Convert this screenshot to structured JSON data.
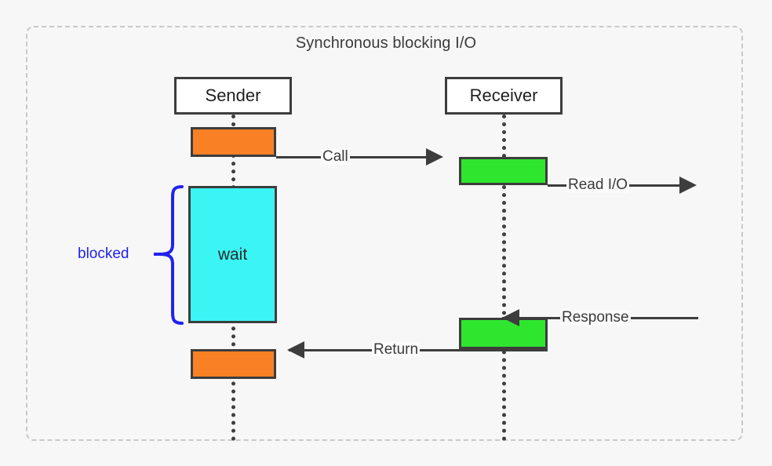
{
  "diagram": {
    "title": "Synchronous blocking I/O",
    "type": "uml-sequence-diagram",
    "background_color": "#f7f7f7",
    "frame_border_color": "#c9c9c9",
    "participants": [
      {
        "id": "sender",
        "label": "Sender"
      },
      {
        "id": "receiver",
        "label": "Receiver"
      }
    ],
    "activations": [
      {
        "id": "sender-call-out",
        "participant": "sender",
        "color": "#f98125",
        "label": ""
      },
      {
        "id": "sender-wait",
        "participant": "sender",
        "color": "#3bf5f5",
        "label": "wait"
      },
      {
        "id": "sender-return-in",
        "participant": "sender",
        "color": "#f98125",
        "label": ""
      },
      {
        "id": "receiver-top",
        "participant": "receiver",
        "color": "#2fe62f",
        "label": ""
      },
      {
        "id": "receiver-bottom",
        "participant": "receiver",
        "color": "#2fe62f",
        "label": ""
      }
    ],
    "messages": [
      {
        "id": "call",
        "label": "Call",
        "direction": "right",
        "from": "sender",
        "to": "receiver"
      },
      {
        "id": "read-io",
        "label": "Read I/O",
        "direction": "right",
        "from": "receiver",
        "to": "external"
      },
      {
        "id": "response",
        "label": "Response",
        "direction": "left",
        "from": "external",
        "to": "receiver"
      },
      {
        "id": "return",
        "label": "Return",
        "direction": "left",
        "from": "receiver",
        "to": "sender"
      }
    ],
    "annotations": [
      {
        "id": "blocked",
        "label": "blocked",
        "color": "#2222ee",
        "shape": "brace",
        "targets": "sender-wait"
      }
    ]
  }
}
